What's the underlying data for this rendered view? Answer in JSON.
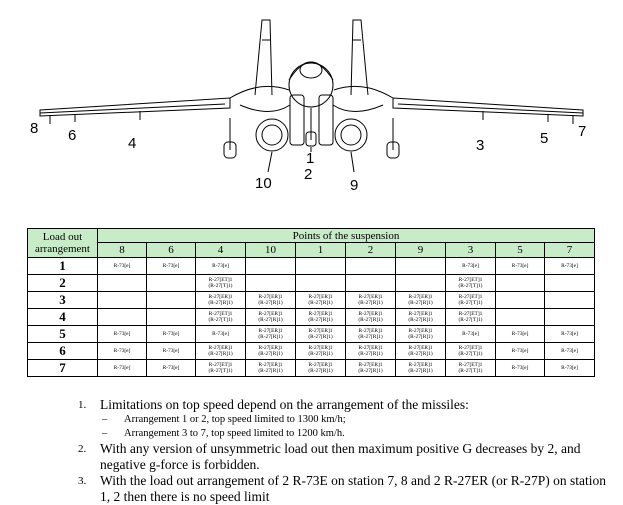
{
  "figure": {
    "stations_left": [
      "8",
      "6",
      "4"
    ],
    "stations_center": [
      "1",
      "2",
      "10",
      "9"
    ],
    "stations_right": [
      "3",
      "5",
      "7"
    ]
  },
  "table": {
    "row_header": "Load out arrangement",
    "group_header": "Points of the suspension",
    "stations": [
      "8",
      "6",
      "4",
      "10",
      "1",
      "2",
      "9",
      "3",
      "5",
      "7"
    ],
    "rows": [
      {
        "id": "1",
        "cells": [
          "R-73[e]",
          "R-73[e]",
          "R-73[e]",
          "",
          "",
          "",
          "",
          "R-73[e]",
          "R-73[e]",
          "R-73[e]"
        ]
      },
      {
        "id": "2",
        "cells": [
          "",
          "",
          "R-27[ET]1|(R-27[T]1)",
          "",
          "",
          "",
          "",
          "R-27[ET]1|(R-27[T]1)",
          "",
          ""
        ]
      },
      {
        "id": "3",
        "cells": [
          "",
          "",
          "R-27[ER]1|(R-27[R]1)",
          "R-27[ER]1|(R-27[R]1)",
          "R-27[ER]1|(R-27[R]1)",
          "R-27[ER]1|(R-27[R]1)",
          "R-27[ER]1|(R-27[R]1)",
          "R-27[ET]1|(R-27[T]1)",
          "",
          ""
        ]
      },
      {
        "id": "4",
        "cells": [
          "",
          "",
          "R-27[ET]1|(R-27[T]1)",
          "R-27[ER]1|(R-27[R]1)",
          "R-27[ER]1|(R-27[R]1)",
          "R-27[ER]1|(R-27[R]1)",
          "R-27[ER]1|(R-27[R]1)",
          "R-27[ET]1|(R-27[T]1)",
          "",
          ""
        ]
      },
      {
        "id": "5",
        "cells": [
          "R-73[e]",
          "R-73[e]",
          "R-73[e]",
          "R-27[ER]1|(R-27[R]1)",
          "R-27[ER]1|(R-27[R]1)",
          "R-27[ER]1|(R-27[R]1)",
          "R-27[ER]1|(R-27[R]1)",
          "R-73[e]",
          "R-73[e]",
          "R-73[e]"
        ]
      },
      {
        "id": "6",
        "cells": [
          "R-73[e]",
          "R-73[e]",
          "R-27[ER]1|(R-27[R]1)",
          "R-27[ER]1|(R-27[R]1)",
          "R-27[ER]1|(R-27[R]1)",
          "R-27[ER]1|(R-27[R]1)",
          "R-27[ER]1|(R-27[R]1)",
          "R-27[ET]1|(R-27[T]1)",
          "R-73[e]",
          "R-73[e]"
        ]
      },
      {
        "id": "7",
        "cells": [
          "R-73[e]",
          "R-73[e]",
          "R-27[ET]1|(R-27[T]1)",
          "R-27[ER]1|(R-27[R]1)",
          "R-27[ER]1|(R-27[R]1)",
          "R-27[ER]1|(R-27[R]1)",
          "R-27[ER]1|(R-27[R]1)",
          "R-27[ET]1|(R-27[T]1)",
          "R-73[e]",
          "R-73[e]"
        ]
      }
    ]
  },
  "notes": [
    {
      "num": "1.",
      "text": "Limitations on top speed depend on the arrangement of the missiles:",
      "subs": [
        "Arrangement 1 or 2, top speed  limited to 1300 km/h;",
        "Arrangement 3 to 7, top speed limited to 1200 km/h."
      ]
    },
    {
      "num": "2.",
      "text": "With any version of unsymmetric load out then maximum positive G decreases by 2, and negative g-force is forbidden.",
      "subs": []
    },
    {
      "num": "3.",
      "text": "With the load out arrangement of 2 R-73E on station 7, 8 and 2 R-27ER (or R-27P) on station 1, 2 then there is no speed limit",
      "subs": []
    }
  ]
}
